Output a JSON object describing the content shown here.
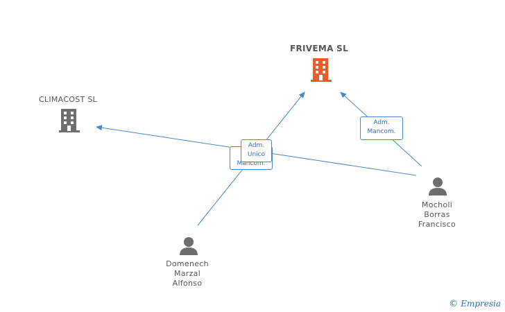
{
  "nodes": {
    "frivema": {
      "label": "FRIVEMA SL",
      "type": "company",
      "color": "#f05a28"
    },
    "climacost": {
      "label": "CLIMACOST SL",
      "type": "company",
      "color": "#6e6e6e"
    },
    "mocholi": {
      "lines": [
        "Mocholi",
        "Borras",
        "Francisco"
      ],
      "type": "person"
    },
    "domenech": {
      "lines": [
        "Domenech",
        "Marzal",
        "Alfonso"
      ],
      "type": "person"
    }
  },
  "roles": {
    "mocholi_frivema": [
      "Adm.",
      "Mancom."
    ],
    "domenech_frivema": [
      "Adm.",
      "Unico"
    ],
    "mocholi_climacost": [
      "Mancom."
    ]
  },
  "edge_color": "#4a86c8",
  "footer": {
    "copyright": "©",
    "brand": "Empresia"
  }
}
